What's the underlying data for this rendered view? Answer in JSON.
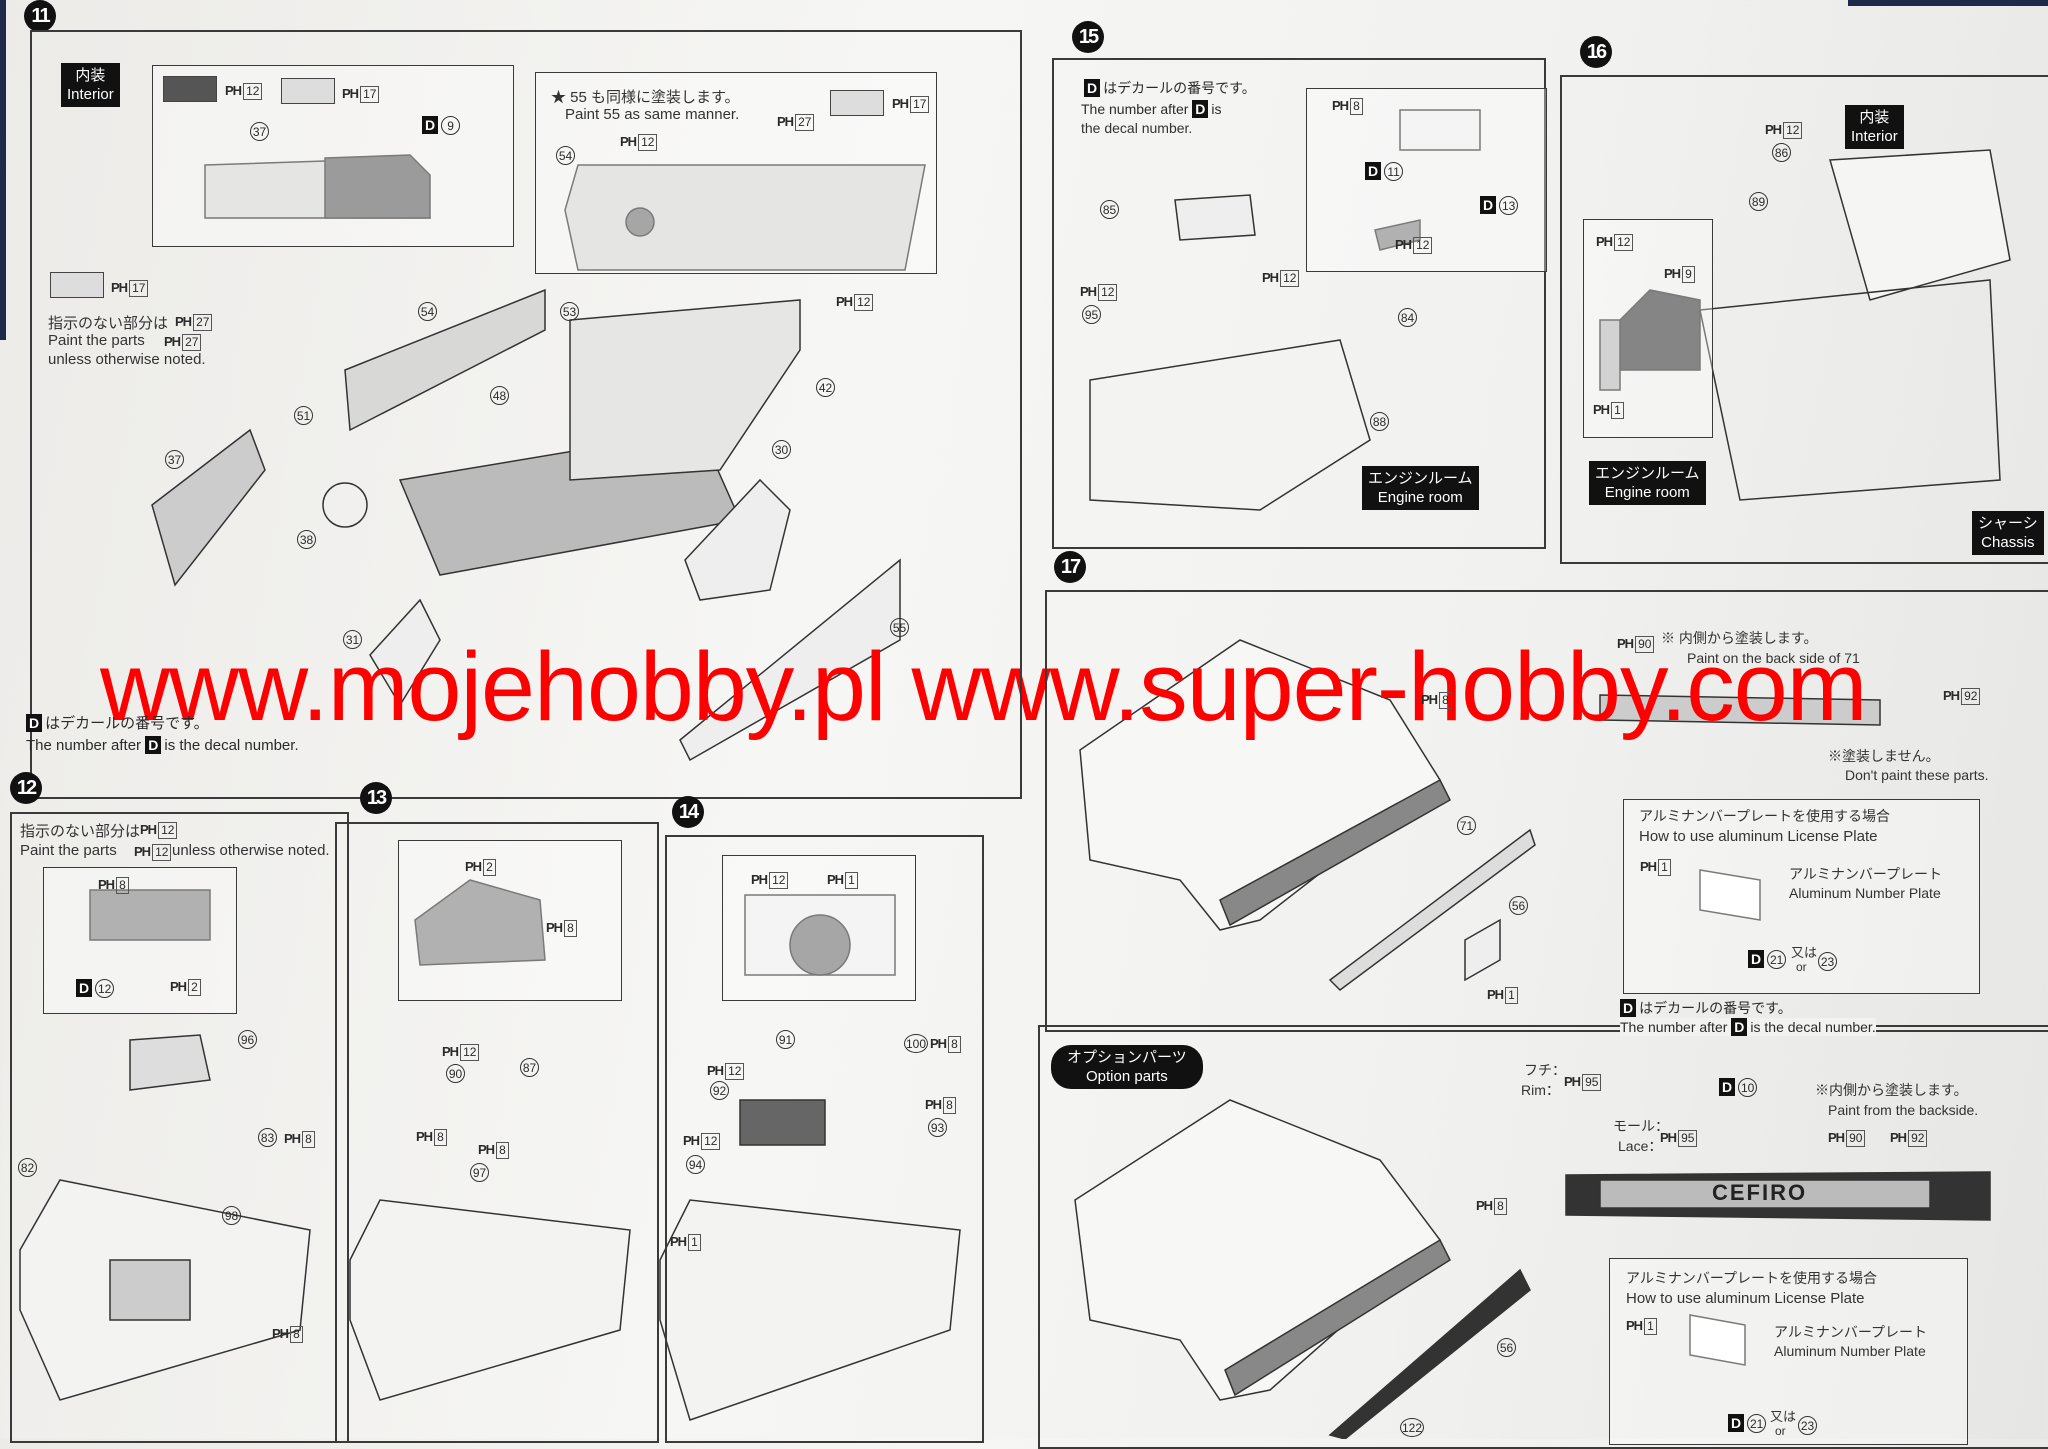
{
  "page": {
    "watermark": "www.mojehobby.pl www.super-hobby.com",
    "paint_prefix": "PH",
    "decal_prefix": "D"
  },
  "s11": {
    "step": "11",
    "interior_ja": "内装",
    "interior_en": "Interior",
    "ph": [
      "12",
      "17",
      "17",
      "12",
      "27",
      "17",
      "27",
      "27",
      "12"
    ],
    "decal_dash": "9",
    "star_note": "★ 55 も同様に塗装します。",
    "star_note_en": "Paint 55 as same manner.",
    "note_ja": "指示のない部分は",
    "note_en1": "Paint the parts",
    "note_en2": "unless otherwise noted.",
    "parts": [
      "37",
      "54",
      "54",
      "53",
      "48",
      "51",
      "37",
      "38",
      "42",
      "30",
      "31",
      "55"
    ],
    "decal_note_ja": "はデカールの番号です。",
    "decal_note_en1": "The number after",
    "decal_note_en2": "is the decal number."
  },
  "s12": {
    "step": "12",
    "note_ja": "指示のない部分は",
    "note_en1": "Paint the parts",
    "note_en2": "unless otherwise noted.",
    "ph": [
      "12",
      "12",
      "8",
      "2",
      "8",
      "8"
    ],
    "decal": "12",
    "parts": [
      "96",
      "83",
      "82",
      "98"
    ]
  },
  "s13": {
    "step": "13",
    "ph": [
      "2",
      "8",
      "12",
      "8",
      "8"
    ],
    "parts": [
      "90",
      "87",
      "97"
    ]
  },
  "s14": {
    "step": "14",
    "ph": [
      "12",
      "1",
      "8",
      "12",
      "8",
      "12",
      "1"
    ],
    "parts": [
      "91",
      "100",
      "92",
      "93",
      "94"
    ]
  },
  "s15": {
    "step": "15",
    "decal_note_ja": "はデカールの番号です。",
    "decal_note_en1": "The number after",
    "decal_note_en2": "is",
    "decal_note_en3": "the decal number.",
    "ph": [
      "8",
      "12",
      "12",
      "12"
    ],
    "decals": [
      "11",
      "13"
    ],
    "parts": [
      "85",
      "84",
      "95",
      "88"
    ],
    "engine_ja": "エンジンルーム",
    "engine_en": "Engine room"
  },
  "s16": {
    "step": "16",
    "interior_ja": "内装",
    "interior_en": "Interior",
    "ph": [
      "12",
      "12",
      "9",
      "1"
    ],
    "parts": [
      "86",
      "89"
    ],
    "engine_ja": "エンジンルーム",
    "engine_en": "Engine room",
    "chassis_ja": "シャーシ",
    "chassis_en": "Chassis"
  },
  "s17": {
    "step": "17",
    "ph": [
      "90",
      "8",
      "92",
      "1",
      "1"
    ],
    "backside_ja": "※ 内側から塗装します。",
    "backside_en": "Paint on the back side of 71",
    "nopaint_ja": "※塗装しません。",
    "nopaint_en": "Don't paint these parts.",
    "parts": [
      "71",
      "56"
    ],
    "plate_title_ja": "アルミナンバープレートを使用する場合",
    "plate_title_en": "How to use aluminum License Plate",
    "plate_ja": "アルミナンバープレート",
    "plate_en": "Aluminum Number Plate",
    "decals": [
      "21",
      "23"
    ],
    "or_ja": "又は",
    "or_en": "or",
    "decal_note_ja": "はデカールの番号です。",
    "decal_note_en1": "The number after",
    "decal_note_en2": "is the decal number."
  },
  "opt": {
    "label_ja": "オプションパーツ",
    "label_en": "Option parts",
    "rim_ja": "フチ：",
    "rim_en": "Rim：",
    "lace_ja": "モール：",
    "lace_en": "Lace：",
    "ph": [
      "95",
      "95",
      "90",
      "92",
      "8",
      "1"
    ],
    "decal": "10",
    "backside_ja": "※内側から塗装します。",
    "backside_en": "Paint from the backside.",
    "emblem": "CEFIRO",
    "parts": [
      "56",
      "122"
    ],
    "plate_title_ja": "アルミナンバープレートを使用する場合",
    "plate_title_en": "How to use aluminum License Plate",
    "plate_ja": "アルミナンバープレート",
    "plate_en": "Aluminum Number Plate",
    "decals": [
      "21",
      "23"
    ],
    "or_ja": "又は",
    "or_en": "or"
  }
}
